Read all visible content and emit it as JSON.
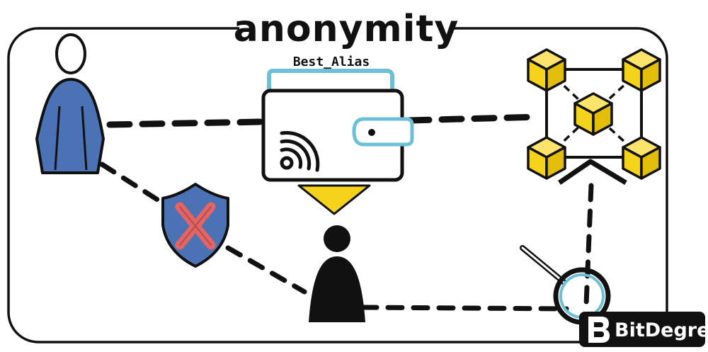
{
  "title": "anonymity",
  "wallet": {
    "alias": "Best_Alias"
  },
  "brand": {
    "name": "BitDegree"
  },
  "colors": {
    "outline": "#111111",
    "person_blue": "#4a72b4",
    "shield_blue": "#4a72b4",
    "cross_red": "#e46464",
    "wallet_accent": "#6bbfd6",
    "arrow_yellow": "#f6d31b",
    "block_yellow": "#f6d31b"
  },
  "icons": [
    "blue-person-icon",
    "wallet-icon",
    "nfc-signal-icon",
    "blocked-shield-icon",
    "anonymous-person-icon",
    "blockchain-network-icon",
    "magnifier-icon",
    "bitdegree-logo-icon"
  ]
}
